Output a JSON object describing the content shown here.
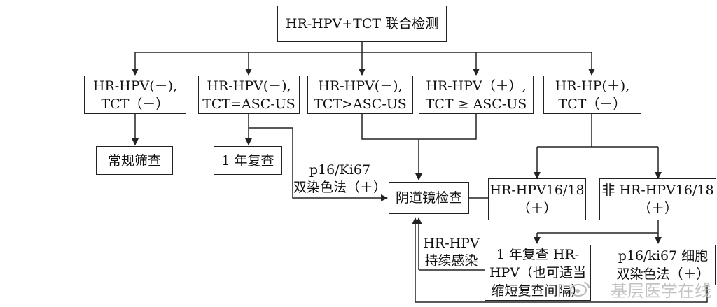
{
  "nodes": {
    "top": "HR-HPV+TCT 联合检测",
    "n1": "HR-HPV(－),\nTCT（－）",
    "n2": "HR-HPV(－),\nTCT=ASC-US",
    "n3": "HR-HPV(－),\nTCT>ASC-US",
    "n4": "HR-HPV（＋）,\nTCT ≥ ASC-US",
    "n5": "HR-HP(＋),\nTCT（－）",
    "routine": "常规筛查",
    "recheck1y": "1 年复查",
    "colposcopy": "阴道镜检查",
    "hpv1618": "HR-HPV16/18\n（＋）",
    "non1618": "非 HR-HPV16/18\n（＋）",
    "recheck_hpv": "1 年复查 HR-\nHPV（也可适当\n缩短复查间隔）",
    "p16_cell": "p16/ki67 细胞\n双染色法（＋）"
  },
  "edge_labels": {
    "p16": "p16/Ki67\n双染色法（＋）",
    "persistent": "HR-HPV\n持续感染"
  },
  "watermark": "基层医学在线"
}
